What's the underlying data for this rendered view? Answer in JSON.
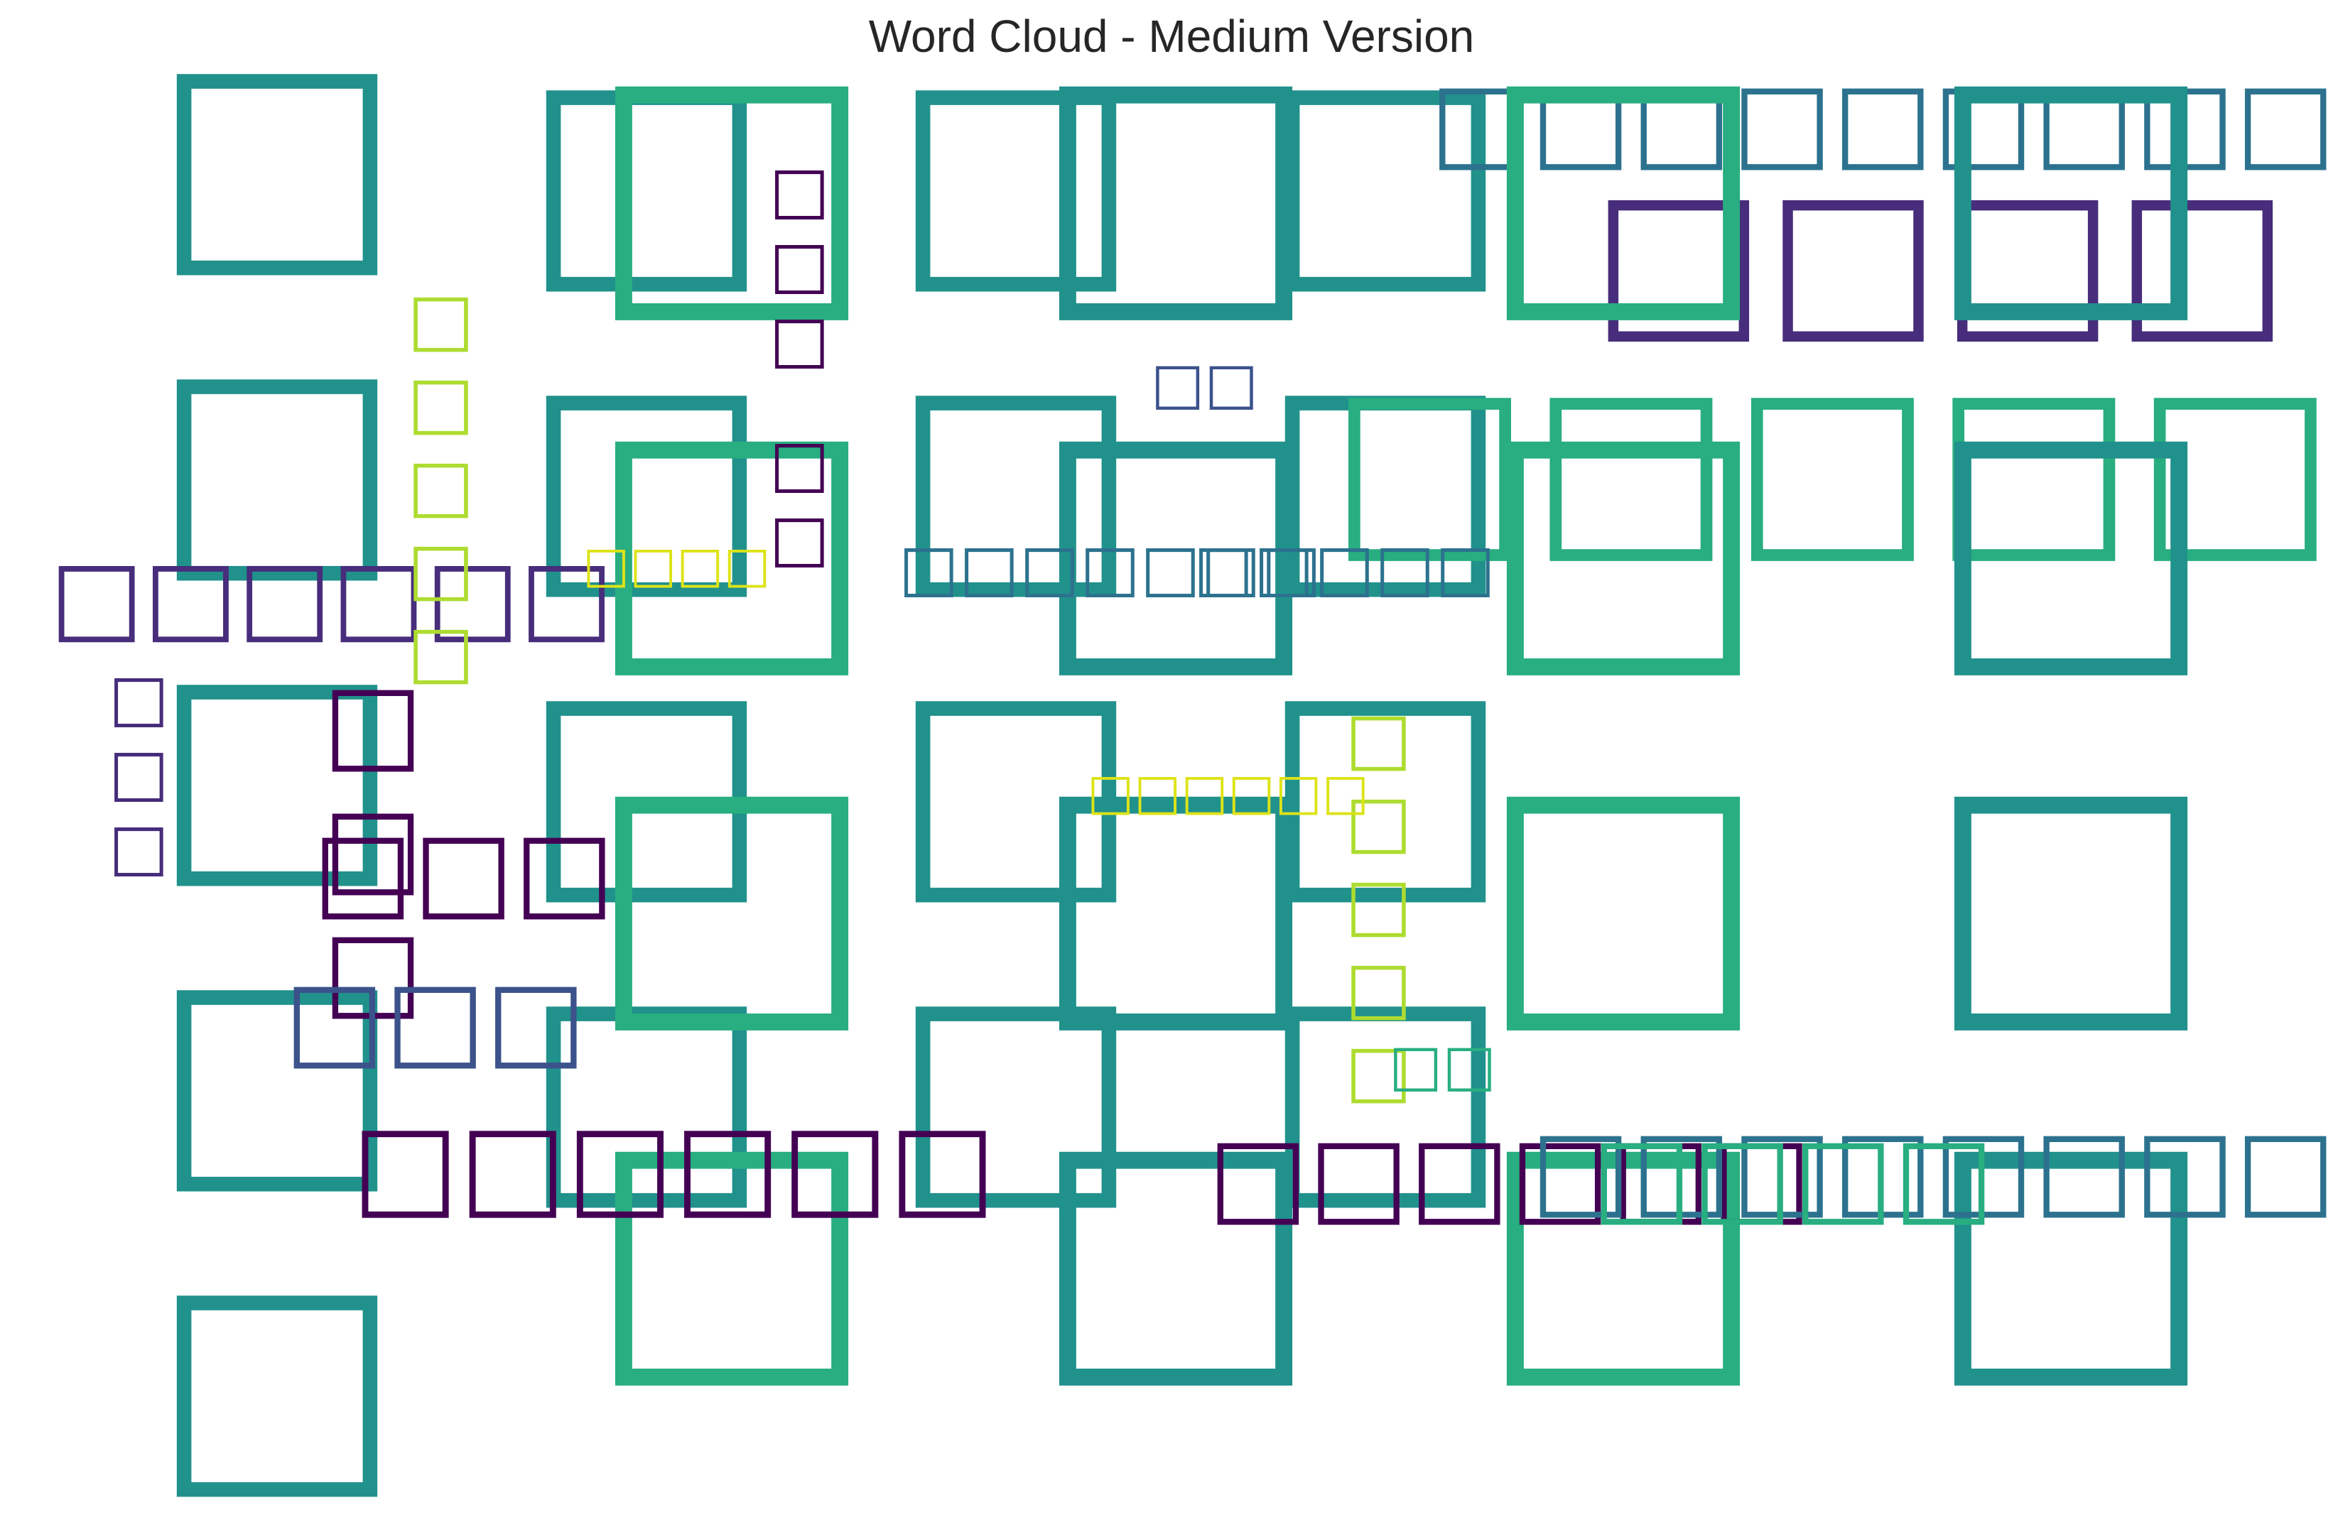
{
  "title": "Word Cloud - Medium Version",
  "palette": {
    "dark_purple": "#440154",
    "purple": "#472d7b",
    "indigo": "#3b528b",
    "steel_blue": "#2c728e",
    "teal": "#21918c",
    "green_teal": "#28ae80",
    "green": "#5ec962",
    "lime": "#addc30",
    "yellow": "#dde318"
  },
  "glyph": "□",
  "words": [
    {
      "n": 5,
      "c": "teal"
    },
    {
      "n": 4,
      "c": "teal"
    },
    {
      "n": 4,
      "c": "teal"
    },
    {
      "n": 4,
      "c": "teal"
    },
    {
      "n": 9,
      "c": "steel_blue"
    },
    {
      "n": 4,
      "c": "purple"
    },
    {
      "n": 5,
      "c": "green_teal"
    },
    {
      "n": 6,
      "c": "purple"
    },
    {
      "n": 4,
      "c": "green_teal"
    },
    {
      "n": 4,
      "c": "teal"
    },
    {
      "n": 4,
      "c": "green_teal"
    },
    {
      "n": 4,
      "c": "teal"
    },
    {
      "n": 5,
      "c": "lime"
    },
    {
      "n": 3,
      "c": "dark_purple"
    },
    {
      "n": 2,
      "c": "dark_purple"
    },
    {
      "n": 5,
      "c": "lime"
    },
    {
      "n": 4,
      "c": "yellow"
    },
    {
      "n": 3,
      "c": "dark_purple"
    },
    {
      "n": 3,
      "c": "dark_purple"
    },
    {
      "n": 6,
      "c": "dark_purple"
    },
    {
      "n": 6,
      "c": "dark_purple"
    },
    {
      "n": 8,
      "c": "steel_blue"
    },
    {
      "n": 4,
      "c": "green_teal"
    },
    {
      "n": 3,
      "c": "indigo"
    },
    {
      "n": 2,
      "c": "green_teal"
    },
    {
      "n": 2,
      "c": "indigo"
    },
    {
      "n": 7,
      "c": "steel_blue"
    },
    {
      "n": 5,
      "c": "steel_blue"
    },
    {
      "n": 6,
      "c": "yellow"
    },
    {
      "n": 3,
      "c": "purple"
    }
  ]
}
